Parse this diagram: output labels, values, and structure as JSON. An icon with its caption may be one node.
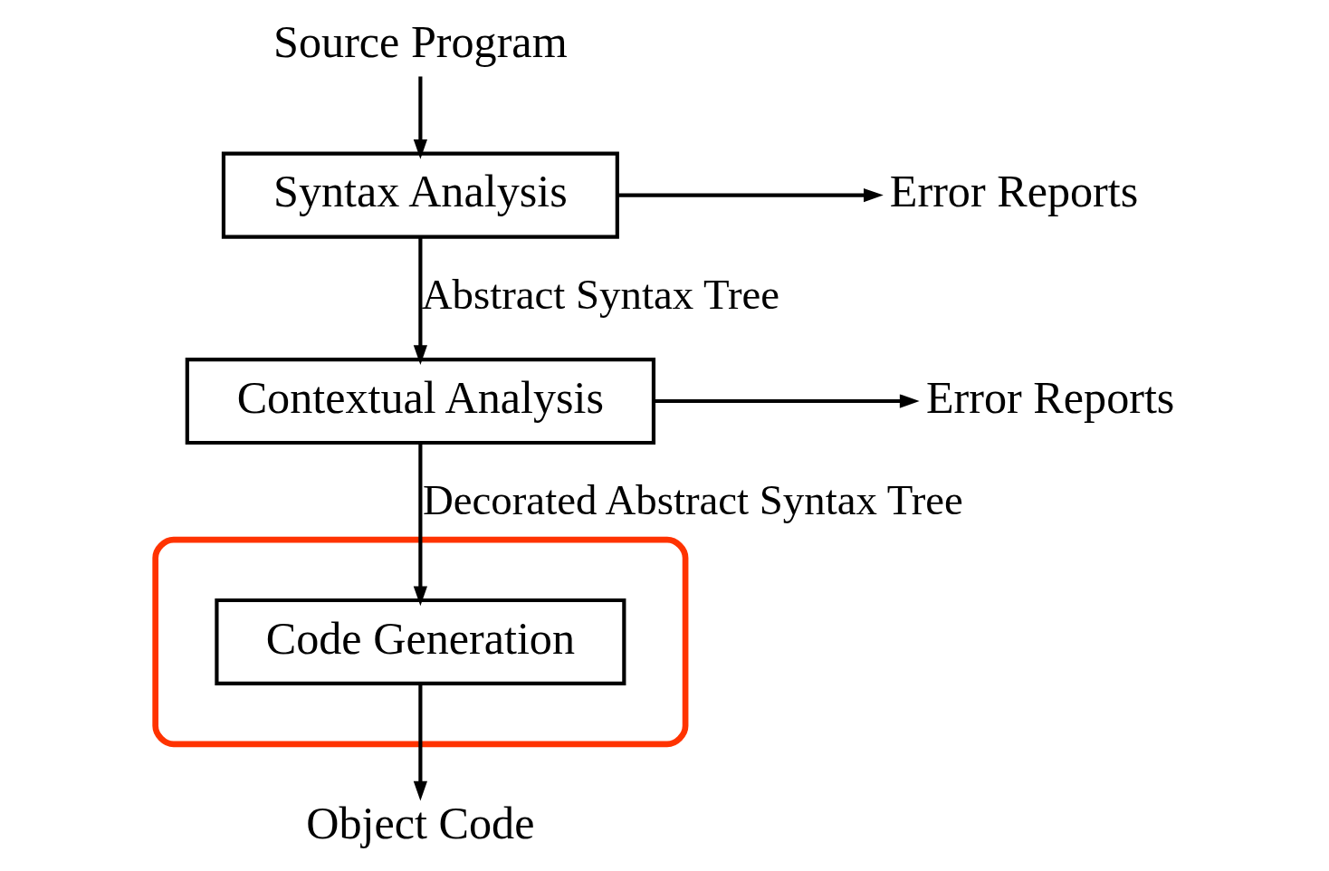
{
  "diagram": {
    "nodes": [
      {
        "text": [
          "Source Program"
        ]
      },
      {
        "text": [
          "Syntax Analysis"
        ]
      },
      {
        "text": [
          "Error Reports"
        ]
      },
      {
        "text": [
          "Contextual Analysis"
        ]
      },
      {
        "text": [
          "Error Reports"
        ]
      },
      {
        "text": [],
        "shape": "ellipse"
      },
      {
        "text": [
          "Code Generation"
        ],
        "in": 5
      },
      {
        "text": [
          "Object Code"
        ]
      }
    ],
    "edges": [
      {
        "from": 0,
        "to": 1,
        "arrow": "to"
      },
      {
        "from": 1,
        "to": 2,
        "arrow": "to"
      },
      {
        "from": 1,
        "to": 3,
        "arrow": "to",
        "label": "Abstract Syntax Tree"
      },
      {
        "from": 3,
        "to": 4,
        "arrow": "to"
      },
      {
        "from": 3,
        "to": 6,
        "arrow": "to",
        "label": "Decorated Abstract Syntax Tree"
      },
      {
        "from": 6,
        "to": 7,
        "arrow": "to"
      }
    ]
  }
}
